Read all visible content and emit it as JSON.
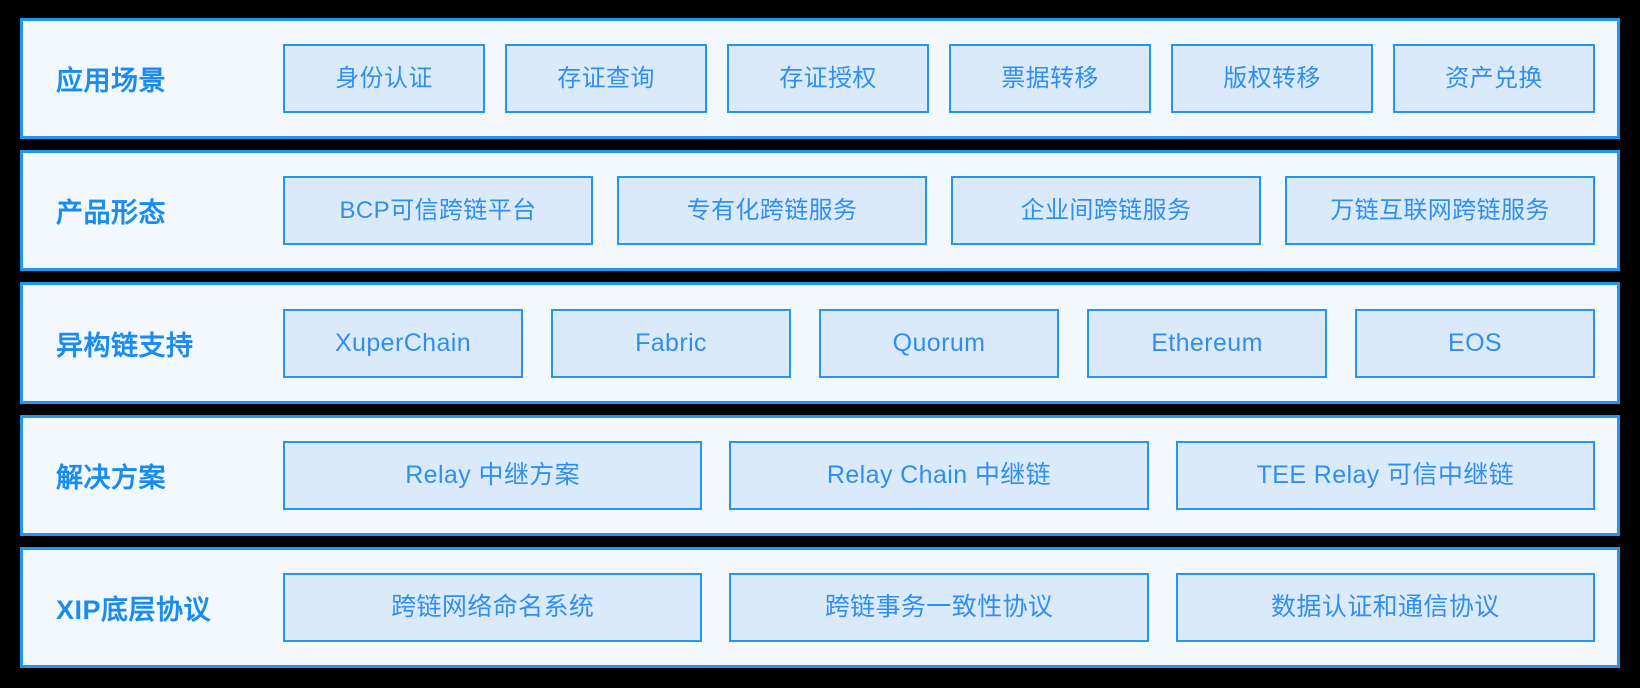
{
  "theme": {
    "background": "#000000",
    "row_fill": "#f2f8fe",
    "row_border": "#2196f3",
    "box_fill": "#dbeafb",
    "box_border": "#2196f3",
    "label_color": "#1a8cf0",
    "box_text_color": "#2f8ff0"
  },
  "layers": [
    {
      "label": "应用场景",
      "items": [
        "身份认证",
        "存证查询",
        "存证授权",
        "票据转移",
        "版权转移",
        "资产兑换"
      ]
    },
    {
      "label": "产品形态",
      "items": [
        "BCP可信跨链平台",
        "专有化跨链服务",
        "企业间跨链服务",
        "万链互联网跨链服务"
      ]
    },
    {
      "label": "异构链支持",
      "items": [
        "XuperChain",
        "Fabric",
        "Quorum",
        "Ethereum",
        "EOS"
      ]
    },
    {
      "label": "解决方案",
      "items": [
        "Relay  中继方案",
        "Relay Chain  中继链",
        "TEE Relay  可信中继链"
      ]
    },
    {
      "label": "XIP底层协议",
      "items": [
        "跨链网络命名系统",
        "跨链事务一致性协议",
        "数据认证和通信协议"
      ]
    }
  ]
}
